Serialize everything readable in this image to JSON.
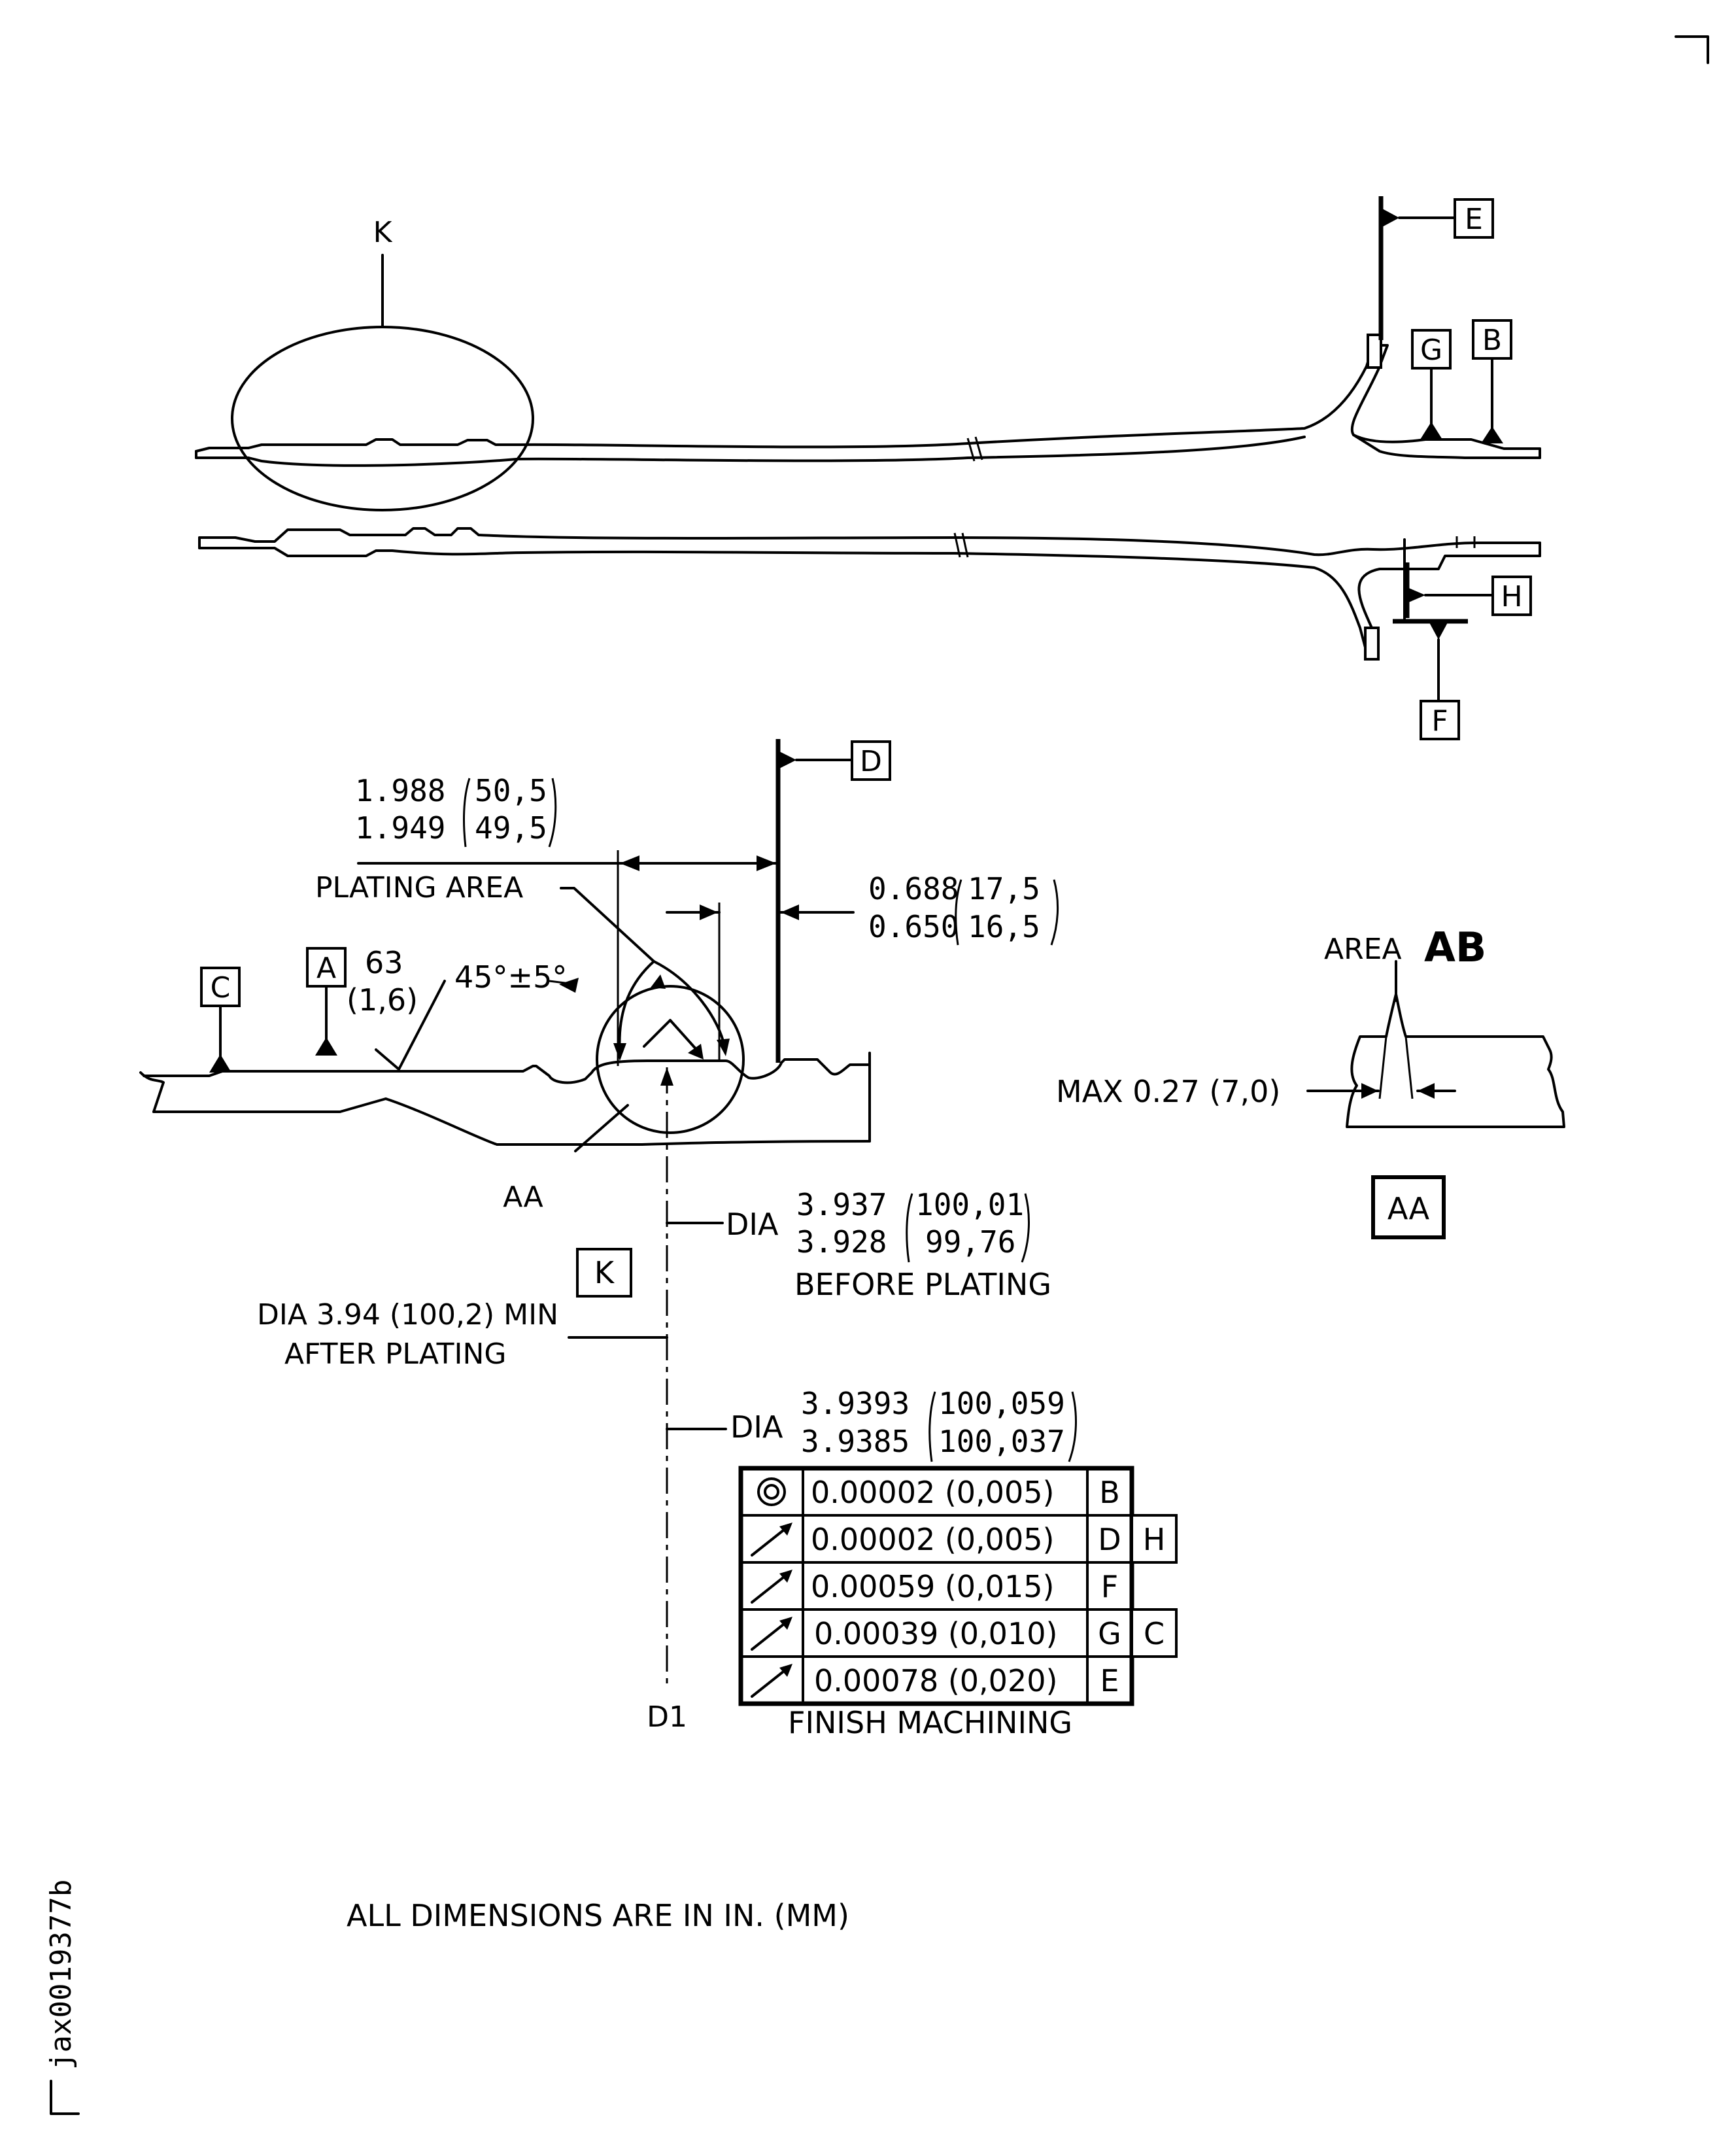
{
  "labels": {
    "k": "K",
    "k_box": "K",
    "aa": "AA",
    "aa_box": "AA",
    "d1": "D1",
    "plating_area": "PLATING AREA",
    "area": "AREA",
    "area_ab": "AB",
    "finish_machining": "FINISH  MACHINING",
    "units_note": "ALL DIMENSIONS ARE IN IN. (MM)",
    "drawing_id": "jax0019377b"
  },
  "datums": {
    "a": "A",
    "b": "B",
    "c": "C",
    "d": "D",
    "e": "E",
    "f": "F",
    "g": "G",
    "h": "H"
  },
  "dimensions": {
    "dim1_in": [
      "1.988",
      "1.949"
    ],
    "dim1_mm": [
      "50,5",
      "49,5"
    ],
    "dim2_in": [
      "0.688",
      "0.650"
    ],
    "dim2_mm": [
      "17,5",
      "16,5"
    ],
    "finish_value": "63",
    "finish_mm": "(1,6)",
    "angle": "45°±5°",
    "dia_prefix": "DIA",
    "dia1_in": [
      "3.937",
      "3.928"
    ],
    "dia1_mm": [
      "100,01",
      "99,76"
    ],
    "before_plating": "BEFORE PLATING",
    "after_plating_1": "DIA 3.94 (100,2) MIN",
    "after_plating_2": "AFTER PLATING",
    "dia2_in": [
      "3.9393",
      "3.9385"
    ],
    "dia2_mm": [
      "100,059",
      "100,037"
    ],
    "max_note": "MAX 0.27 (7,0)"
  },
  "tolerance_table": {
    "rows": [
      {
        "symbol": "concentricity",
        "value": "0.00002 (0,005)",
        "datum": "B",
        "extra": ""
      },
      {
        "symbol": "runout",
        "value": "0.00002 (0,005)",
        "datum": "D",
        "extra": "H"
      },
      {
        "symbol": "runout",
        "value": "0.00059 (0,015)",
        "datum": "F",
        "extra": ""
      },
      {
        "symbol": "runout",
        "value": "0.00039 (0,010)",
        "datum": "G",
        "extra": "C"
      },
      {
        "symbol": "runout",
        "value": "0.00078 (0,020)",
        "datum": "E",
        "extra": ""
      }
    ]
  }
}
